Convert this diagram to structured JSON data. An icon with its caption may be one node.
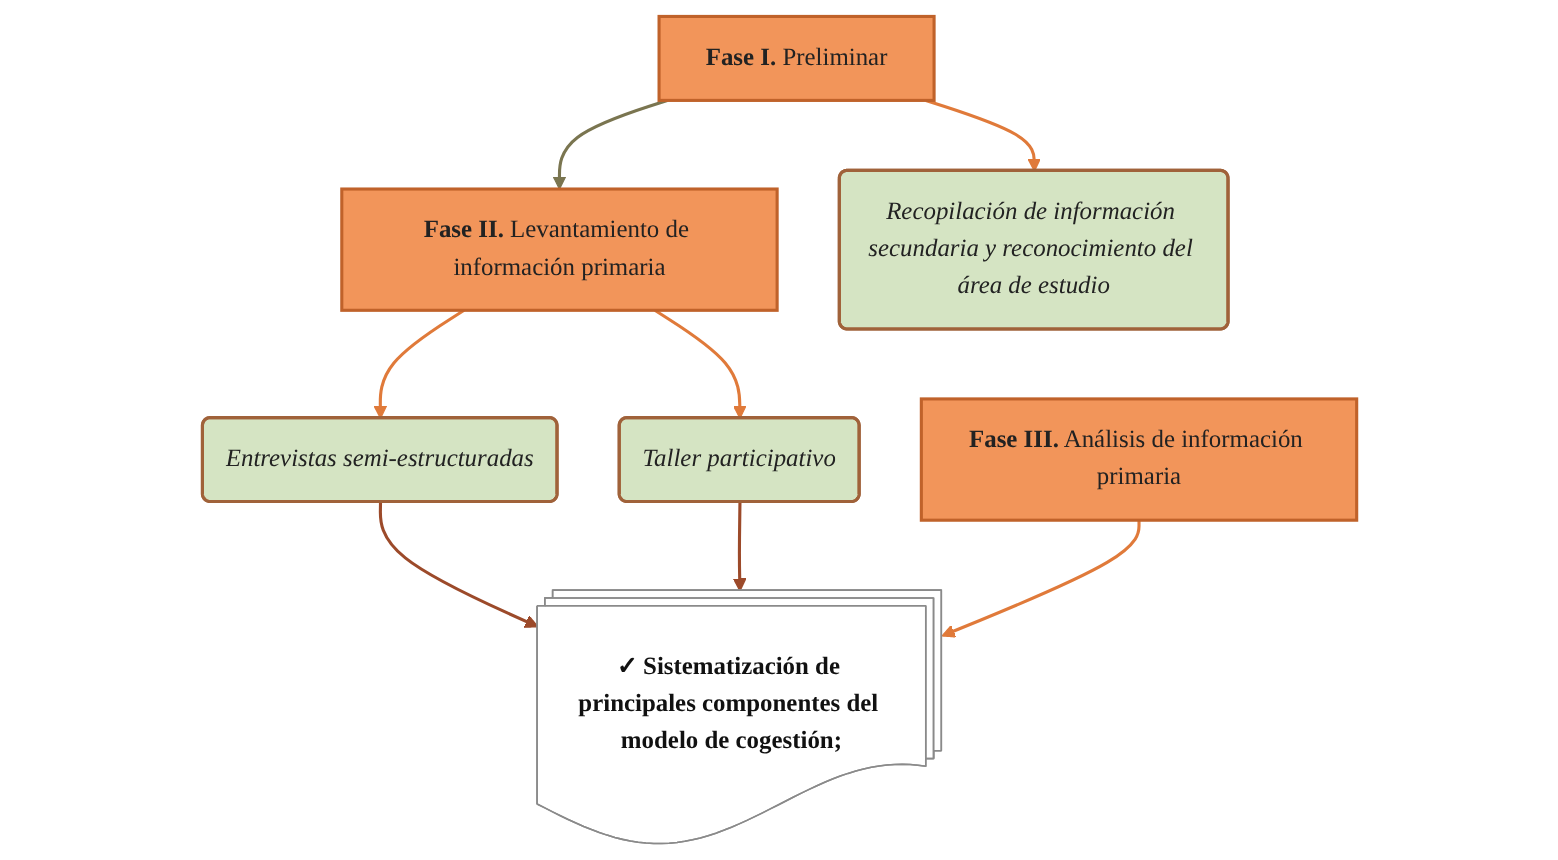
{
  "diagram": {
    "nodes": [
      {
        "text": [
          "**Fase II.** Levantamiento de información primaria"
        ]
      },
      {
        "text": [
          "**Fase I.** Preliminar"
        ]
      },
      {
        "text": [
          "Entrevistas semi-estructuradas"
        ]
      },
      {
        "text": [
          "Taller participativo"
        ]
      },
      {
        "text": [
          "Recopilación de información secundaria y reconocimiento del área de estudio"
        ]
      },
      {
        "text": [
          "✓ Sistematización de principales componentes del modelo de cogestión;"
        ]
      },
      {
        "text": [
          "**Fase III.** Análisis de información primaria"
        ]
      }
    ],
    "edges": [
      {
        "from": 1,
        "to": 0,
        "arrow": "to",
        "color": "#7a7550"
      },
      {
        "from": 0,
        "to": 2,
        "arrow": "to"
      },
      {
        "from": 0,
        "to": 3,
        "arrow": "to"
      },
      {
        "from": 1,
        "to": 4,
        "arrow": "to"
      },
      {
        "from": 2,
        "to": 5,
        "arrow": "to",
        "color": "#9c4a2a"
      },
      {
        "from": 3,
        "to": 5,
        "arrow": "to",
        "color": "#9c4a2a"
      },
      {
        "from": 6,
        "to": 5,
        "arrow": "to"
      }
    ]
  }
}
